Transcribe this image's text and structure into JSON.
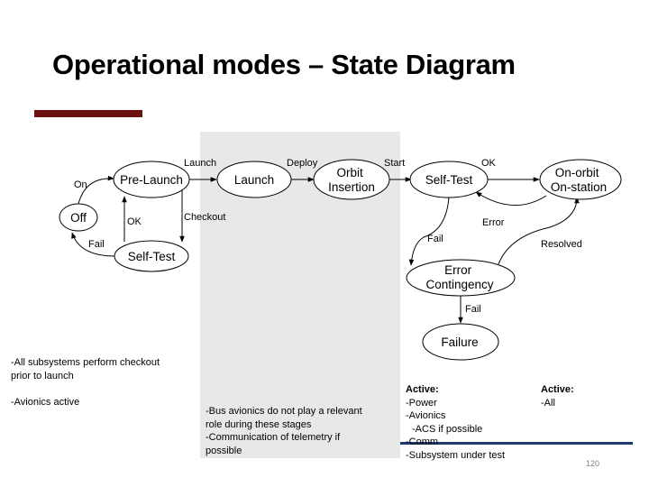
{
  "slide": {
    "title": "Operational modes – State Diagram",
    "page_number": "120",
    "colors": {
      "accent_bar": "#6b0f0f",
      "bottom_rule": "#1f3a6e",
      "shaded_region": "#e8e8e8"
    }
  },
  "diagram": {
    "states": {
      "off": [
        "Off"
      ],
      "prelaunch": [
        "Pre-Launch"
      ],
      "selftest_pre": [
        "Self-Test"
      ],
      "launch": [
        "Launch"
      ],
      "orbit": [
        "Orbit",
        "Insertion"
      ],
      "selftest": [
        "Self-Test"
      ],
      "onorbit": [
        "On-orbit",
        "On-station"
      ],
      "error": [
        "Error",
        "Contingency"
      ],
      "failure": [
        "Failure"
      ]
    },
    "transitions": {
      "on": "On",
      "ok_left": "OK",
      "fail_left": "Fail",
      "checkout": "Checkout",
      "launch": "Launch",
      "deploy": "Deploy",
      "start": "Start",
      "ok": "OK",
      "error": "Error",
      "fail": "Fail",
      "resolved": "Resolved",
      "fail_bottom": "Fail"
    }
  },
  "notes": {
    "left": [
      "-All subsystems perform checkout",
      "prior to launch",
      "",
      "-Avionics active"
    ],
    "middle": [
      "-Bus avionics do not play a relevant",
      "role during these stages",
      "-Communication of telemetry if",
      "possible"
    ],
    "selftest_active": {
      "heading": "Active:",
      "items": [
        "-Power",
        "-Avionics",
        "  -ACS if possible",
        "-Comm",
        "-Subsystem under test"
      ]
    },
    "onorbit_active": {
      "heading": "Active:",
      "items": [
        "-All"
      ]
    }
  }
}
